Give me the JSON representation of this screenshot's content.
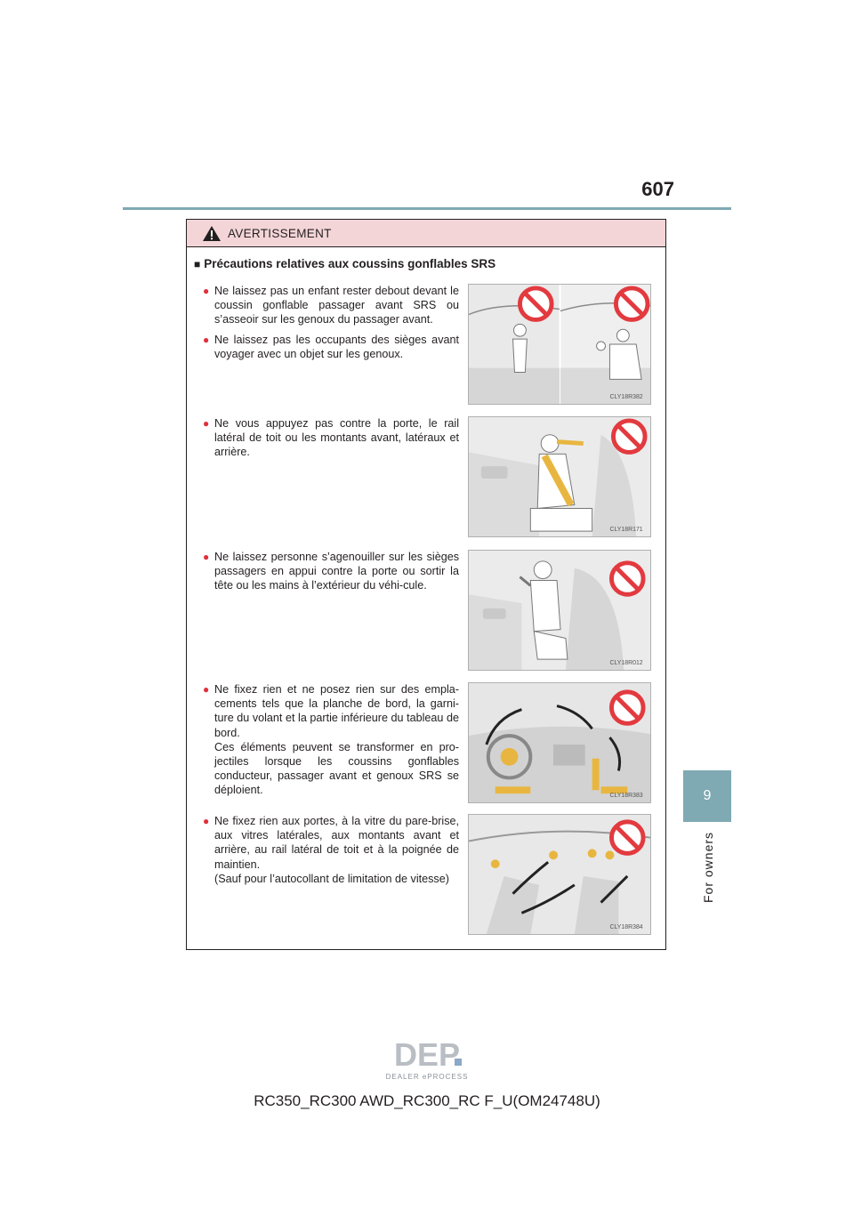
{
  "page": {
    "number": "607"
  },
  "side_tab": {
    "chapter": "9",
    "label": "For owners"
  },
  "warning": {
    "heading": "AVERTISSEMENT",
    "section_title": "Précautions relatives aux coussins gonflables SRS",
    "items": [
      "Ne laissez pas un enfant rester debout devant le coussin gonflable passager avant SRS ou s’asseoir sur les genoux du passager avant.",
      "Ne laissez pas les occupants des sièges avant voyager avec un objet sur les genoux.",
      "Ne vous appuyez pas contre la porte, le rail latéral de toit ou les montants avant, latéraux et arrière.",
      "Ne laissez personne s’agenouiller sur les sièges passagers en appui contre la porte ou sortir la tête ou les mains à l’extérieur du véhi-cule.",
      "Ne fixez rien et ne posez rien sur des empla-cements tels que la planche de bord, la garni-ture du volant et la partie inférieure du tableau de bord.",
      "Ces éléments peuvent se transformer en pro-jectiles lorsque les coussins gonflables conducteur, passager avant et genoux SRS se déploient.",
      "Ne fixez rien aux portes, à la vitre du pare-brise, aux vitres latérales, aux montants avant et arrière, au rail latéral de toit et à la poignée de maintien.",
      "(Sauf pour l’autocollant de limitation de vitesse)"
    ],
    "image_codes": [
      "CLY18R382",
      "CLY18R171",
      "CLY18R012",
      "CLY18R383",
      "CLY18R384"
    ]
  },
  "footer": {
    "logo_text": "DEP",
    "logo_subtext": "DEALER ePROCESS",
    "document_code": "RC350_RC300 AWD_RC300_RC F_U(OM24748U)"
  },
  "colors": {
    "accent": "#7fa9b3",
    "warning_header": "#f4d5d7",
    "bullet": "#e0303a",
    "prohibit": "#e23a3f",
    "belt": "#e8b640"
  }
}
